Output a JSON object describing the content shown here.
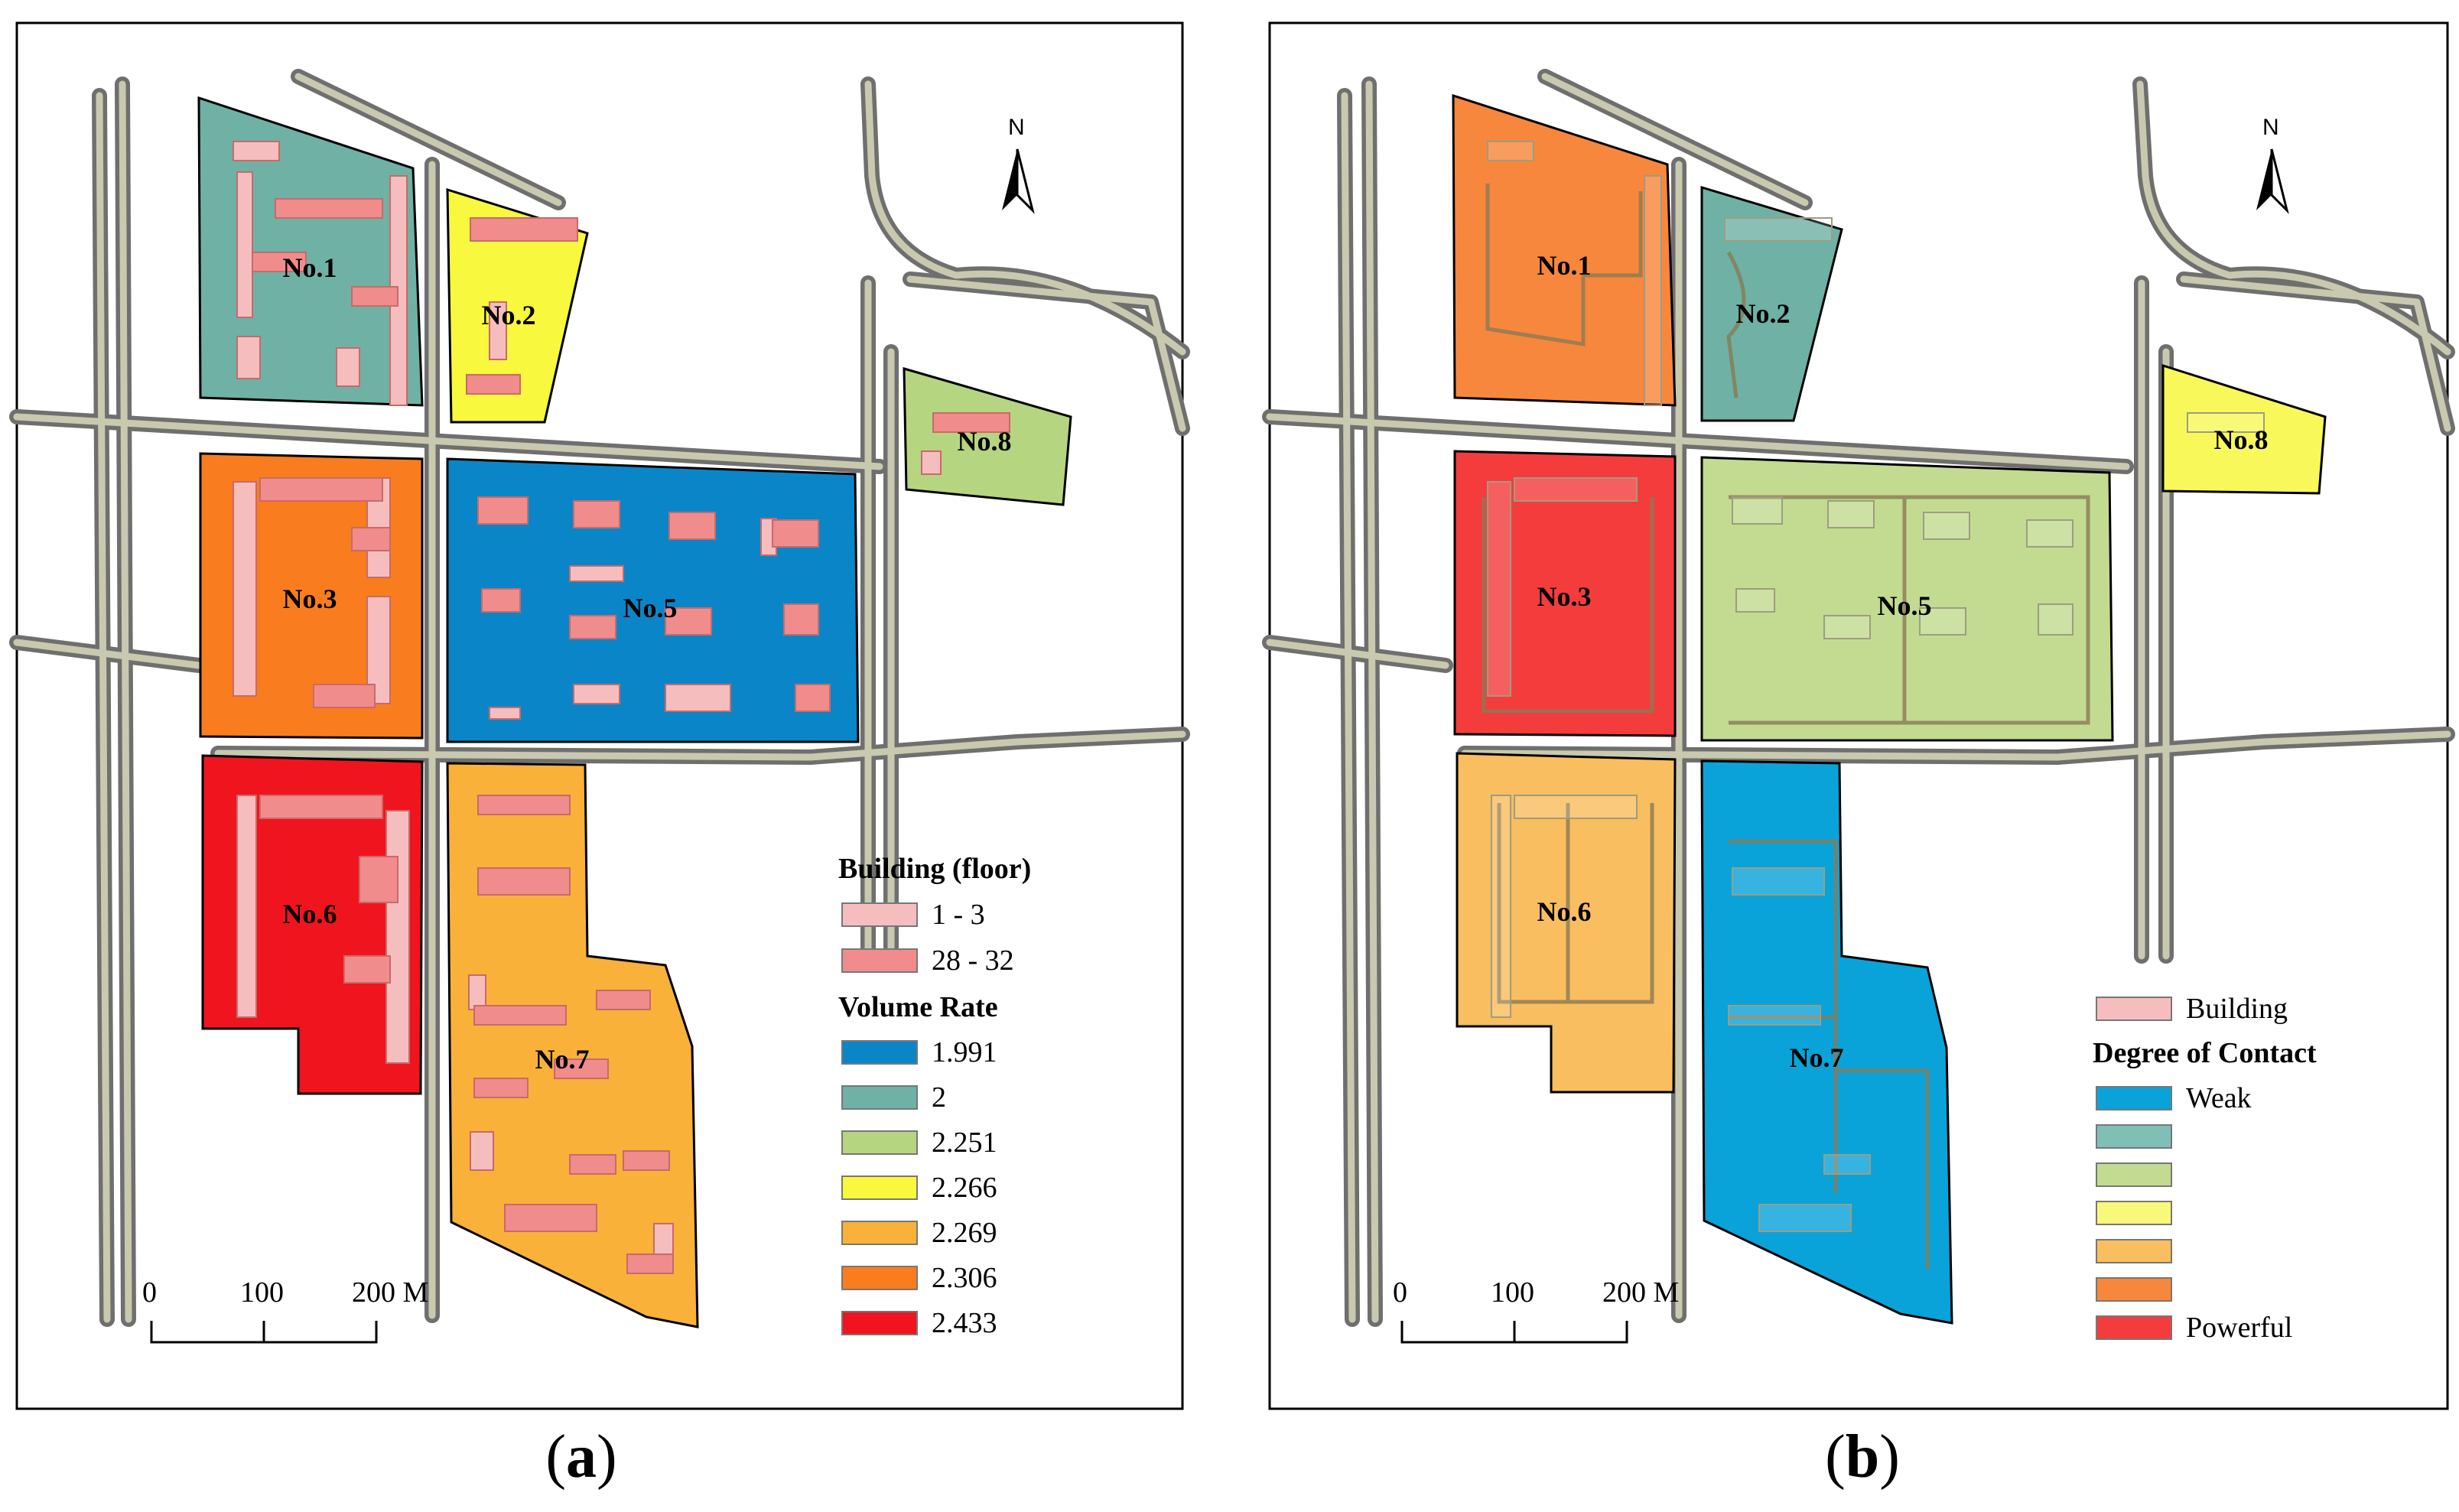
{
  "panel_a": {
    "caption_prefix": "(",
    "caption_letter": "a",
    "caption_suffix": ")",
    "north_label": "N",
    "blocks": [
      {
        "label": "No.1",
        "color": "#6FB1A5"
      },
      {
        "label": "No.2",
        "color": "#F8F83E"
      },
      {
        "label": "No.3",
        "color": "#F97D1E"
      },
      {
        "label": "No.5",
        "color": "#0A86C8"
      },
      {
        "label": "No.6",
        "color": "#F0141E"
      },
      {
        "label": "No.7",
        "color": "#F9B139"
      },
      {
        "label": "No.8",
        "color": "#B6D580"
      }
    ],
    "scale_labels": [
      "0",
      "100",
      "200 M"
    ],
    "legend": {
      "building_title": "Building (floor)",
      "building_items": [
        {
          "label": "1 - 3",
          "color": "#F6BDBF"
        },
        {
          "label": "28 - 32",
          "color": "#F18C8C"
        }
      ],
      "volume_title": "Volume Rate",
      "volume_items": [
        {
          "label": "1.991",
          "color": "#0A86C8"
        },
        {
          "label": "2",
          "color": "#6FB1A5"
        },
        {
          "label": "2.251",
          "color": "#B6D580"
        },
        {
          "label": "2.266",
          "color": "#F8F83E"
        },
        {
          "label": "2.269",
          "color": "#F9B139"
        },
        {
          "label": "2.306",
          "color": "#F97D1E"
        },
        {
          "label": "2.433",
          "color": "#F0141E"
        }
      ]
    }
  },
  "panel_b": {
    "caption_prefix": "(",
    "caption_letter": "b",
    "caption_suffix": ")",
    "north_label": "N",
    "blocks": [
      {
        "label": "No.1",
        "color": "#F7873C"
      },
      {
        "label": "No.2",
        "color": "#6FB1A5"
      },
      {
        "label": "No.3",
        "color": "#F53C3C"
      },
      {
        "label": "No.5",
        "color": "#C2DB91"
      },
      {
        "label": "No.6",
        "color": "#F9BE5F"
      },
      {
        "label": "No.7",
        "color": "#0AA3D9"
      },
      {
        "label": "No.8",
        "color": "#F8F85A"
      }
    ],
    "scale_labels": [
      "0",
      "100",
      "200 M"
    ],
    "legend": {
      "building_label": "Building",
      "building_color": "#F6BDBF",
      "contact_title": "Degree of Contact",
      "contact_items": [
        {
          "label": "Weak",
          "color": "#0AA3D9"
        },
        {
          "label": "",
          "color": "#7FBFB6"
        },
        {
          "label": "",
          "color": "#C2DB91"
        },
        {
          "label": "",
          "color": "#F8F87A"
        },
        {
          "label": "",
          "color": "#F9BE5F"
        },
        {
          "label": "",
          "color": "#F7873C"
        },
        {
          "label": "Powerful",
          "color": "#F53C3C"
        }
      ]
    }
  }
}
